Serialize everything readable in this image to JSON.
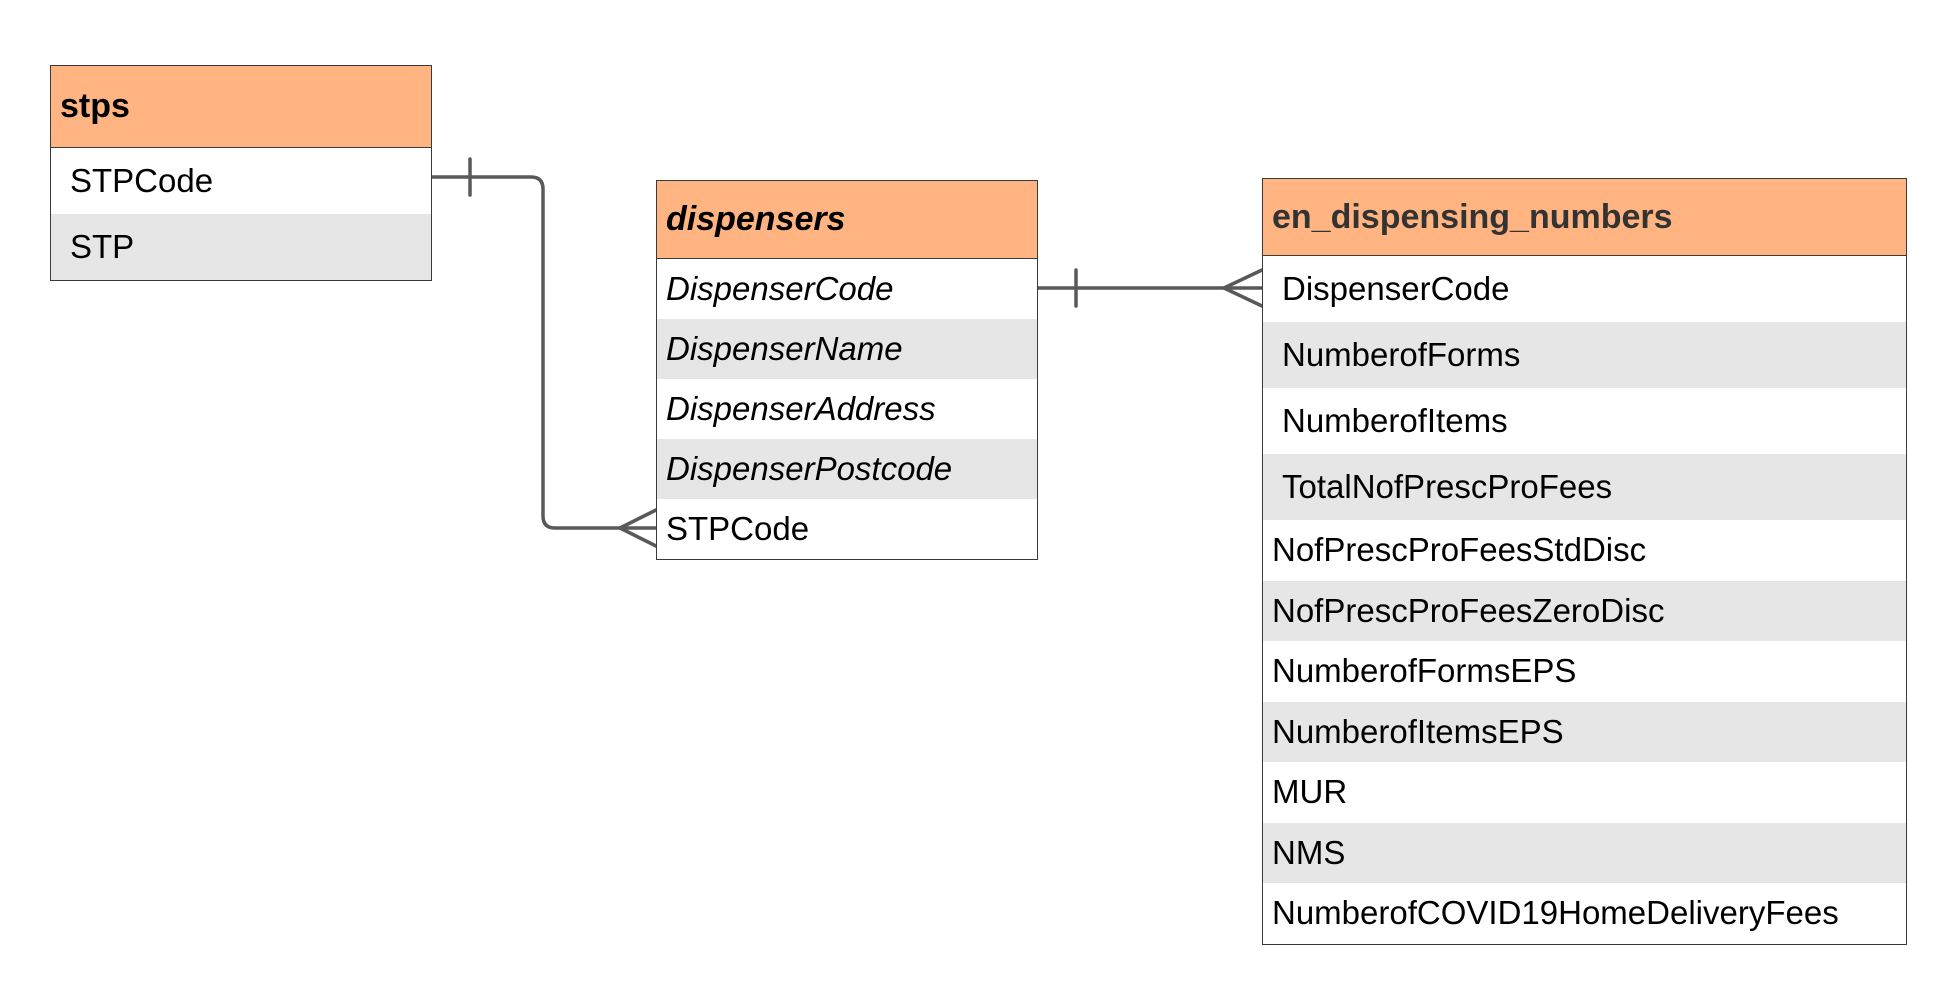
{
  "diagram": {
    "entities": {
      "stps": {
        "title": "stps",
        "fields": [
          "STPCode",
          "STP"
        ]
      },
      "dispensers": {
        "title": "dispensers",
        "fields": [
          "DispenserCode",
          "DispenserName",
          "DispenserAddress",
          "DispenserPostcode",
          "STPCode"
        ]
      },
      "en_dispensing_numbers": {
        "title": "en_dispensing_numbers",
        "fields": [
          "DispenserCode",
          "NumberofForms",
          "NumberofItems",
          "TotalNofPrescProFees",
          "NofPrescProFeesStdDisc",
          "NofPrescProFeesZeroDisc",
          "NumberofFormsEPS",
          "NumberofItemsEPS",
          "MUR",
          "NMS",
          "NumberofCOVID19HomeDeliveryFees"
        ]
      }
    },
    "relationships": [
      {
        "from": "stps.STPCode",
        "to": "dispensers.STPCode",
        "from_cardinality": "one",
        "to_cardinality": "many"
      },
      {
        "from": "dispensers.DispenserCode",
        "to": "en_dispensing_numbers.DispenserCode",
        "from_cardinality": "one",
        "to_cardinality": "many"
      }
    ],
    "colors": {
      "header_fill": "#ffb482",
      "alt_row_fill": "#e6e6e6",
      "border": "#3a3a3a",
      "connector": "#595959"
    }
  }
}
